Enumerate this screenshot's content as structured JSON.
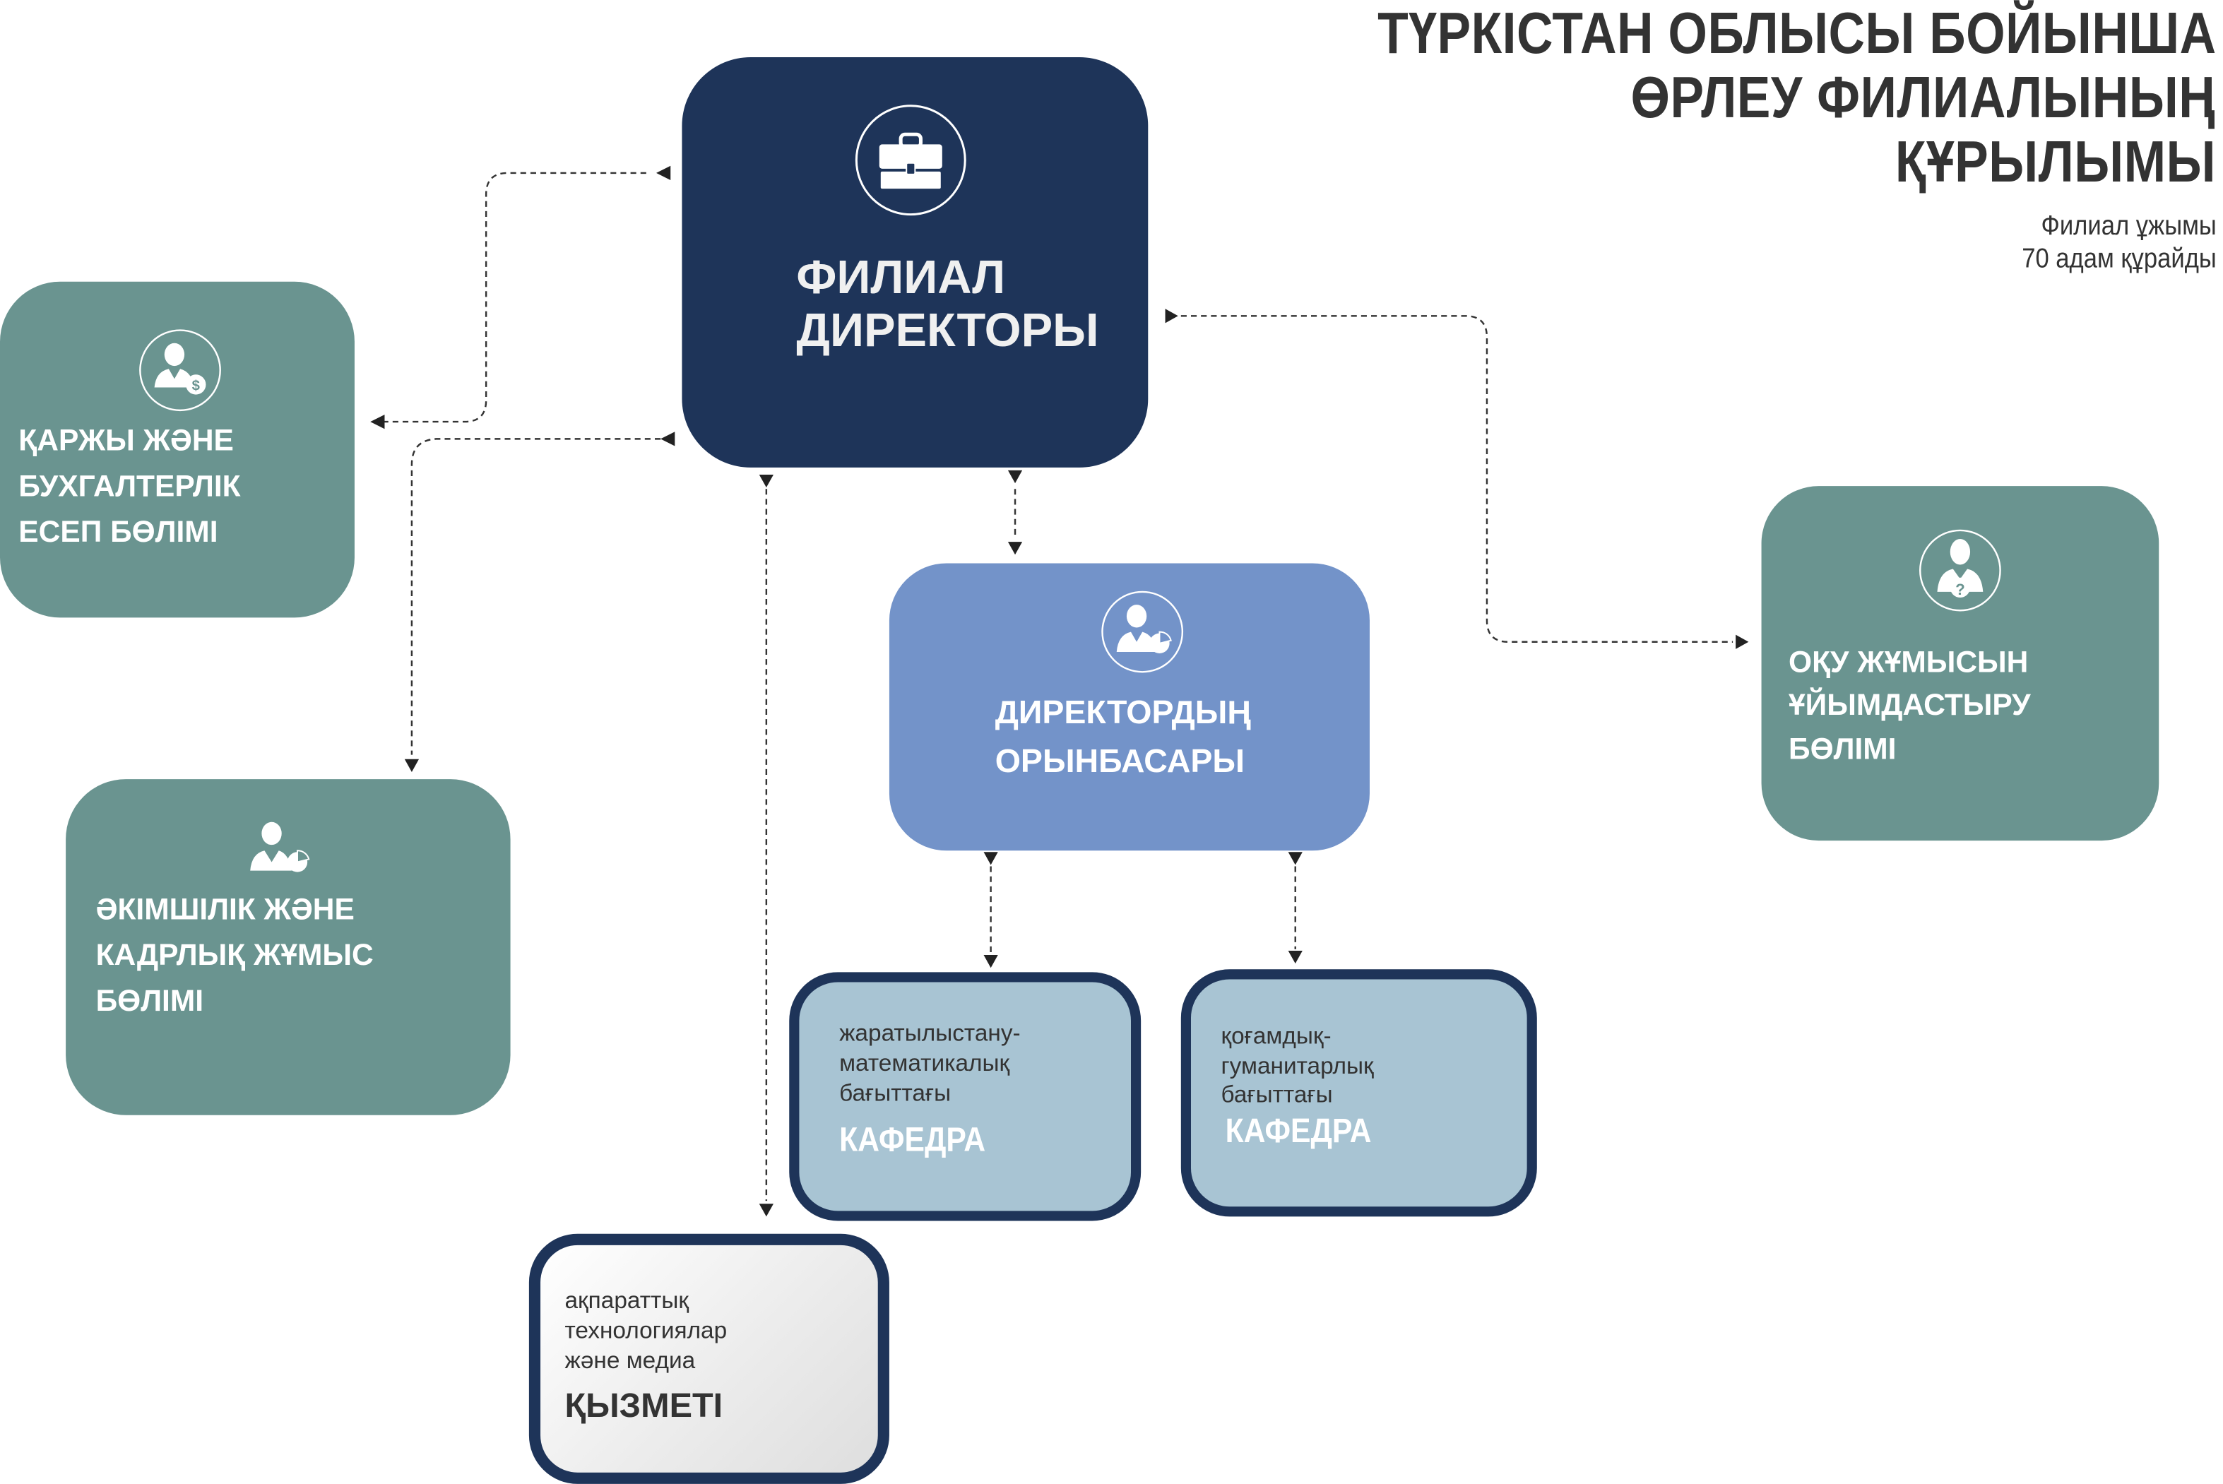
{
  "header": {
    "title_lines": [
      "ТҮРКІСТАН ОБЛЫСЫ БОЙЫНША",
      "ӨРЛЕУ ФИЛИАЛЫНЫҢ",
      "ҚҰРЫЛЫМЫ"
    ],
    "subtitle_lines": [
      "Филиал ұжымы",
      "70 адам құрайды"
    ]
  },
  "colors": {
    "navy": "#1e3459",
    "teal": "#6a9490",
    "deputy_blue": "#7393c9",
    "kafedra_fill": "#a8c4d3",
    "text_dark": "#333333"
  },
  "nodes": {
    "director": {
      "lines": [
        "ФИЛИАЛ",
        "ДИРЕКТОРЫ"
      ],
      "icon": "briefcase-icon"
    },
    "finance": {
      "lines": [
        "ҚАРЖЫ ЖӘНЕ",
        "БУХГАЛТЕРЛІК",
        "ЕСЕП БӨЛІМІ"
      ],
      "icon": "person-dollar-icon"
    },
    "admin": {
      "lines": [
        "ӘКІМШІЛІК ЖӘНЕ",
        "КАДРЛЫҚ ЖҰМЫС",
        "БӨЛІМІ"
      ],
      "icon": "person-chart-icon"
    },
    "deputy": {
      "lines": [
        "ДИРЕКТОРДЫҢ",
        "ОРЫНБАСАРЫ"
      ],
      "icon": "person-chart-icon"
    },
    "study": {
      "lines": [
        "ОҚУ ЖҰМЫСЫН",
        "ҰЙЫМДАСТЫРУ",
        "БӨЛІМІ"
      ],
      "icon": "person-question-icon"
    },
    "kafedra_science": {
      "lines": [
        "жаратылыстану-",
        "математикалық",
        "бағыттағы"
      ],
      "label": "КАФЕДРА"
    },
    "kafedra_humanities": {
      "lines": [
        "қоғамдық-",
        "гуманитарлық",
        "бағыттағы"
      ],
      "label": "КАФЕДРА"
    },
    "it_service": {
      "lines": [
        "ақпараттық",
        "технологиялар",
        "және медиа"
      ],
      "label": "ҚЫЗМЕТІ"
    }
  }
}
